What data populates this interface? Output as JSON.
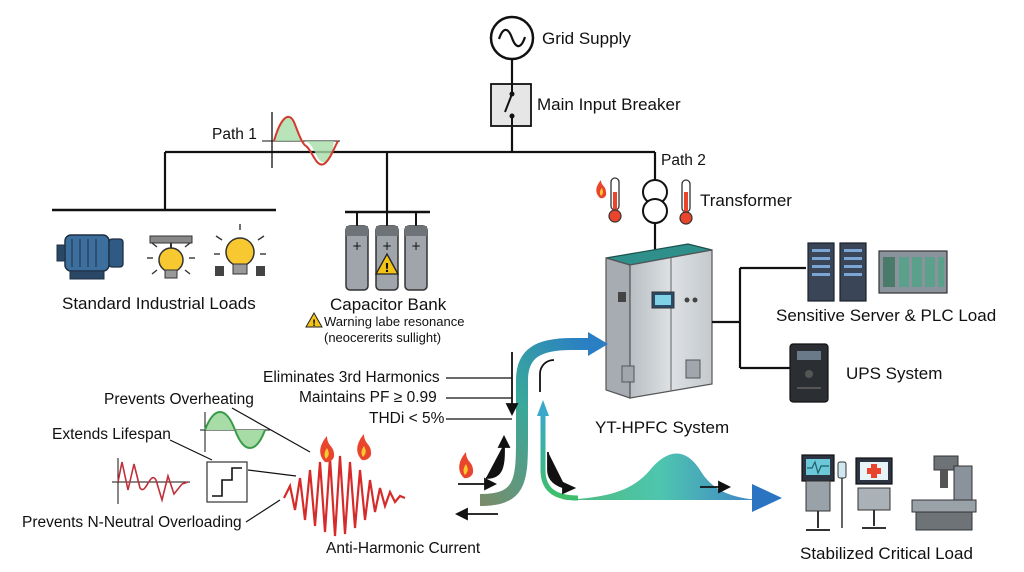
{
  "grid_supply": "Grid Supply",
  "main_breaker": "Main Input Breaker",
  "path1": "Path 1",
  "path2": "Path 2",
  "transformer": "Transformer",
  "standard_loads": "Standard Industrial Loads",
  "capacitor_bank": {
    "title": "Capacitor Bank",
    "warning_line1": "Warning labe resonance",
    "warning_line2": "(neocererits sullight)"
  },
  "sensitive_load": "Sensitive Server & PLC Load",
  "ups": "UPS System",
  "hpfc": "YT-HPFC System",
  "benefits": {
    "eliminates": "Eliminates 3rd Harmonics",
    "pf": "Maintains PF ≥ 0.99",
    "thdi": "THDi < 5%"
  },
  "effects": {
    "overheating": "Prevents Overheating",
    "lifespan": "Extends Lifespan",
    "neutral": "Prevents N-Neutral Overloading"
  },
  "anti_harmonic": "Anti-Harmonic Current",
  "stabilized": "Stabilized Critical Load",
  "colors": {
    "line": "#111111",
    "cabinet": "#cfd4d8",
    "cabinet_top": "#2f8f8a",
    "motor": "#3d6f9e",
    "bulb": "#f7c830",
    "warning": "#f3c316",
    "flame": "#e8452c",
    "wave_red": "#d62b2b",
    "wave_green": "#3fae5a",
    "arrow_blue": "#2a74c2"
  },
  "icons": [
    "ac-source-icon",
    "breaker-icon",
    "transformer-icon",
    "thermometer-icon",
    "flame-icon",
    "motor-icon",
    "lightbulb-icon",
    "capacitor-icon",
    "warning-icon",
    "server-icon",
    "plc-icon",
    "ups-icon",
    "monitor-icon",
    "medical-cart-icon",
    "cnc-machine-icon"
  ]
}
